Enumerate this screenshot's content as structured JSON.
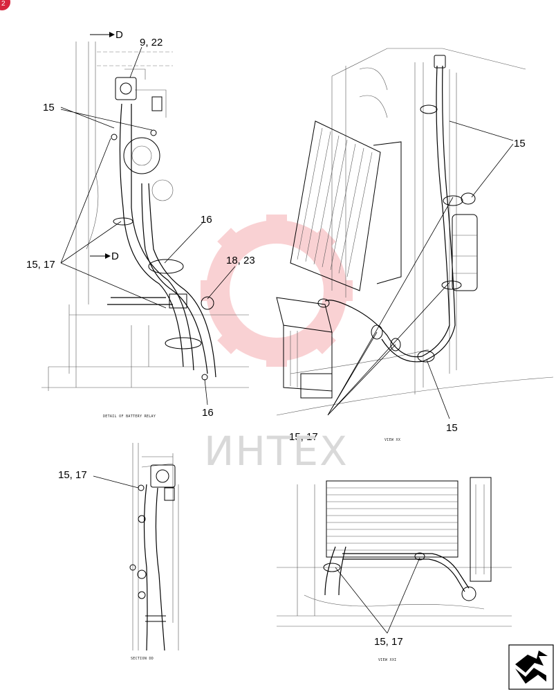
{
  "page_badge": "2",
  "watermark": "ИНТЕХ",
  "captions": {
    "battery_relay": "DETAIL OF BATTERY RELAY",
    "view_xx": "VIEW XX",
    "section_dd": "SECTION DD",
    "view_xxi": "VIEW XXI"
  },
  "section_markers": {
    "top": "D",
    "middle": "D"
  },
  "callouts": {
    "c_9_22": "9, 22",
    "c_15_a": "15",
    "c_15_17_a": "15, 17",
    "c_16_a": "16",
    "c_18_23": "18, 23",
    "c_16_b": "16",
    "c_15_b": "15",
    "c_15_c": "15",
    "c_15_17_b": "15, 17",
    "c_15_17_c": "15, 17",
    "c_15_17_d": "15, 17"
  },
  "colors": {
    "watermark_red": "#e8313a",
    "watermark_gray": "#d9d9d9",
    "badge_red": "#d7263d"
  },
  "nav_icon": "next-page-arrow-icon"
}
